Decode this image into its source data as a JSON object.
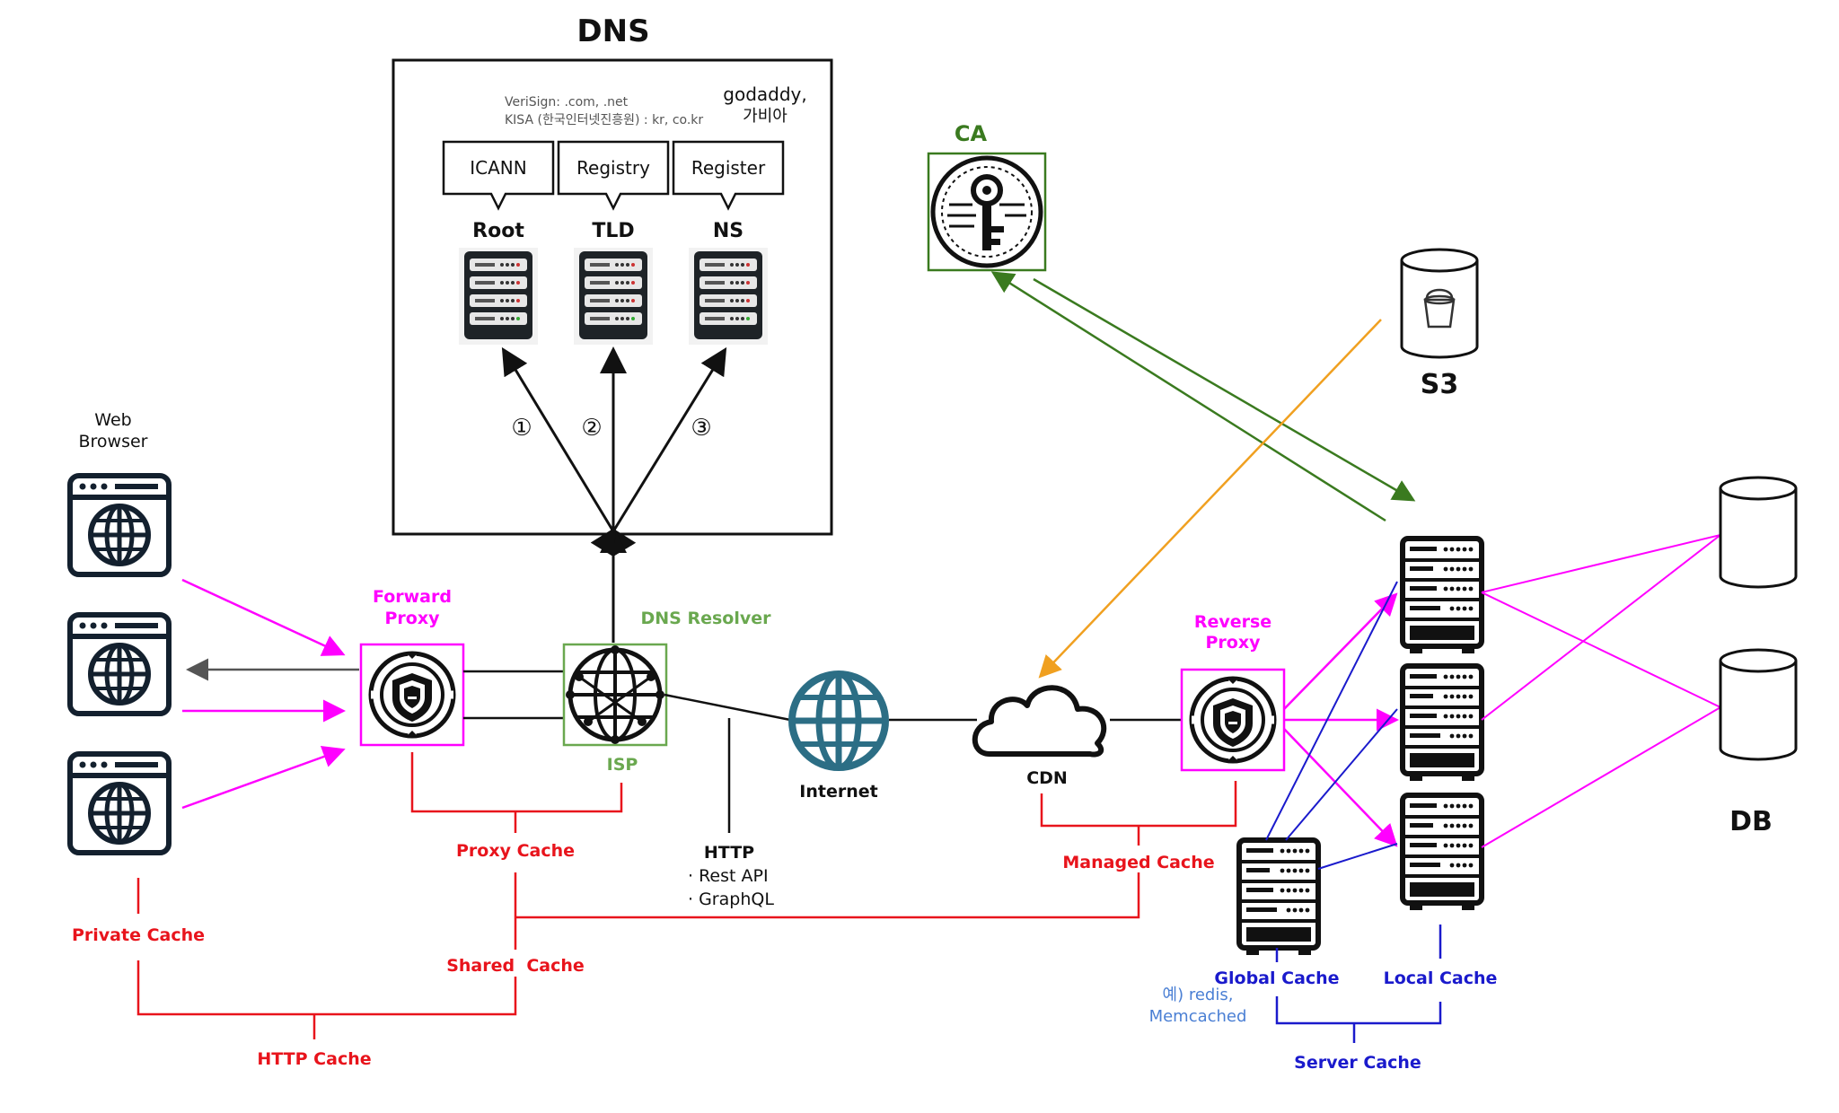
{
  "colors": {
    "black": "#111111",
    "magenta": "#ff00ff",
    "red": "#e8141c",
    "blue": "#1a1acc",
    "lightblue": "#4a7fd4",
    "green": "#3a7a1f",
    "dnsgreen": "#6aa84f",
    "orange": "#f0a020",
    "gray": "#555555",
    "teal": "#2c6e85"
  },
  "dns": {
    "title": "DNS",
    "registry_note_1": "VeriSign: .com, .net",
    "registry_note_2": "KISA (한국인터넷진흥원) : kr, co.kr",
    "registrar_note_1": "godaddy,",
    "registrar_note_2": "가비아",
    "callouts": [
      "ICANN",
      "Registry",
      "Register"
    ],
    "servers": [
      "Root",
      "TLD",
      "NS"
    ],
    "steps": [
      "①",
      "②",
      "③"
    ]
  },
  "client": {
    "title_1": "Web",
    "title_2": "Browser"
  },
  "forward_proxy": {
    "label_1": "Forward",
    "label_2": "Proxy"
  },
  "dns_resolver": {
    "label": "DNS Resolver",
    "isp": "ISP"
  },
  "internet": {
    "label": "Internet"
  },
  "http_note": {
    "title": "HTTP",
    "item_1": "· Rest API",
    "item_2": "· GraphQL"
  },
  "cdn": {
    "label": "CDN"
  },
  "reverse_proxy": {
    "label_1": "Reverse",
    "label_2": "Proxy"
  },
  "ca": {
    "label": "CA"
  },
  "s3": {
    "label": "S3"
  },
  "db": {
    "label": "DB"
  },
  "cache": {
    "proxy": "Proxy Cache",
    "private": "Private Cache",
    "shared": "Shared  Cache",
    "http": "HTTP Cache",
    "managed": "Managed Cache",
    "global": "Global Cache",
    "local": "Local Cache",
    "server": "Server Cache",
    "redis_1": "예) redis,",
    "redis_2": "Memcached"
  },
  "icons": {
    "browser": "browser-globe-icon",
    "proxy": "shield-icon",
    "resolver": "network-globe-icon",
    "internet": "globe-icon",
    "cdn": "cloud-icon",
    "ca": "key-certificate-icon",
    "s3": "bucket-icon",
    "server": "server-rack-icon",
    "db": "database-cylinder-icon"
  }
}
